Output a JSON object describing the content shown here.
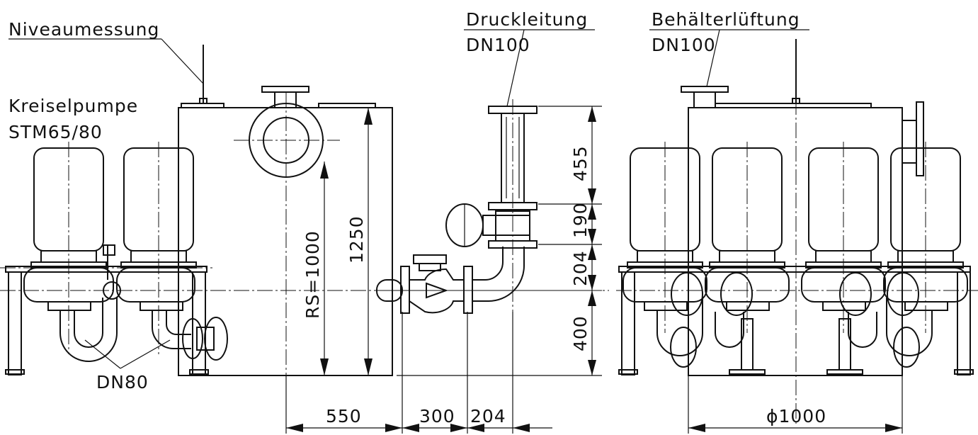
{
  "labels": {
    "level_measurement": "Niveaumessung",
    "centrifugal_pump": "Kreiselpumpe",
    "pump_model": "STM65/80",
    "pressure_line": "Druckleitung",
    "pressure_line_dn": "DN100",
    "tank_ventilation": "Behälterlüftung",
    "tank_ventilation_dn": "DN100",
    "inlet_dn": "DN80"
  },
  "dimensions": {
    "tank_height": "1250",
    "rs": "RS=1000",
    "d455": "455",
    "d190": "190",
    "d204_v": "204",
    "d400": "400",
    "d550": "550",
    "d300": "300",
    "d204_h": "204",
    "diameter": "ϕ1000"
  }
}
